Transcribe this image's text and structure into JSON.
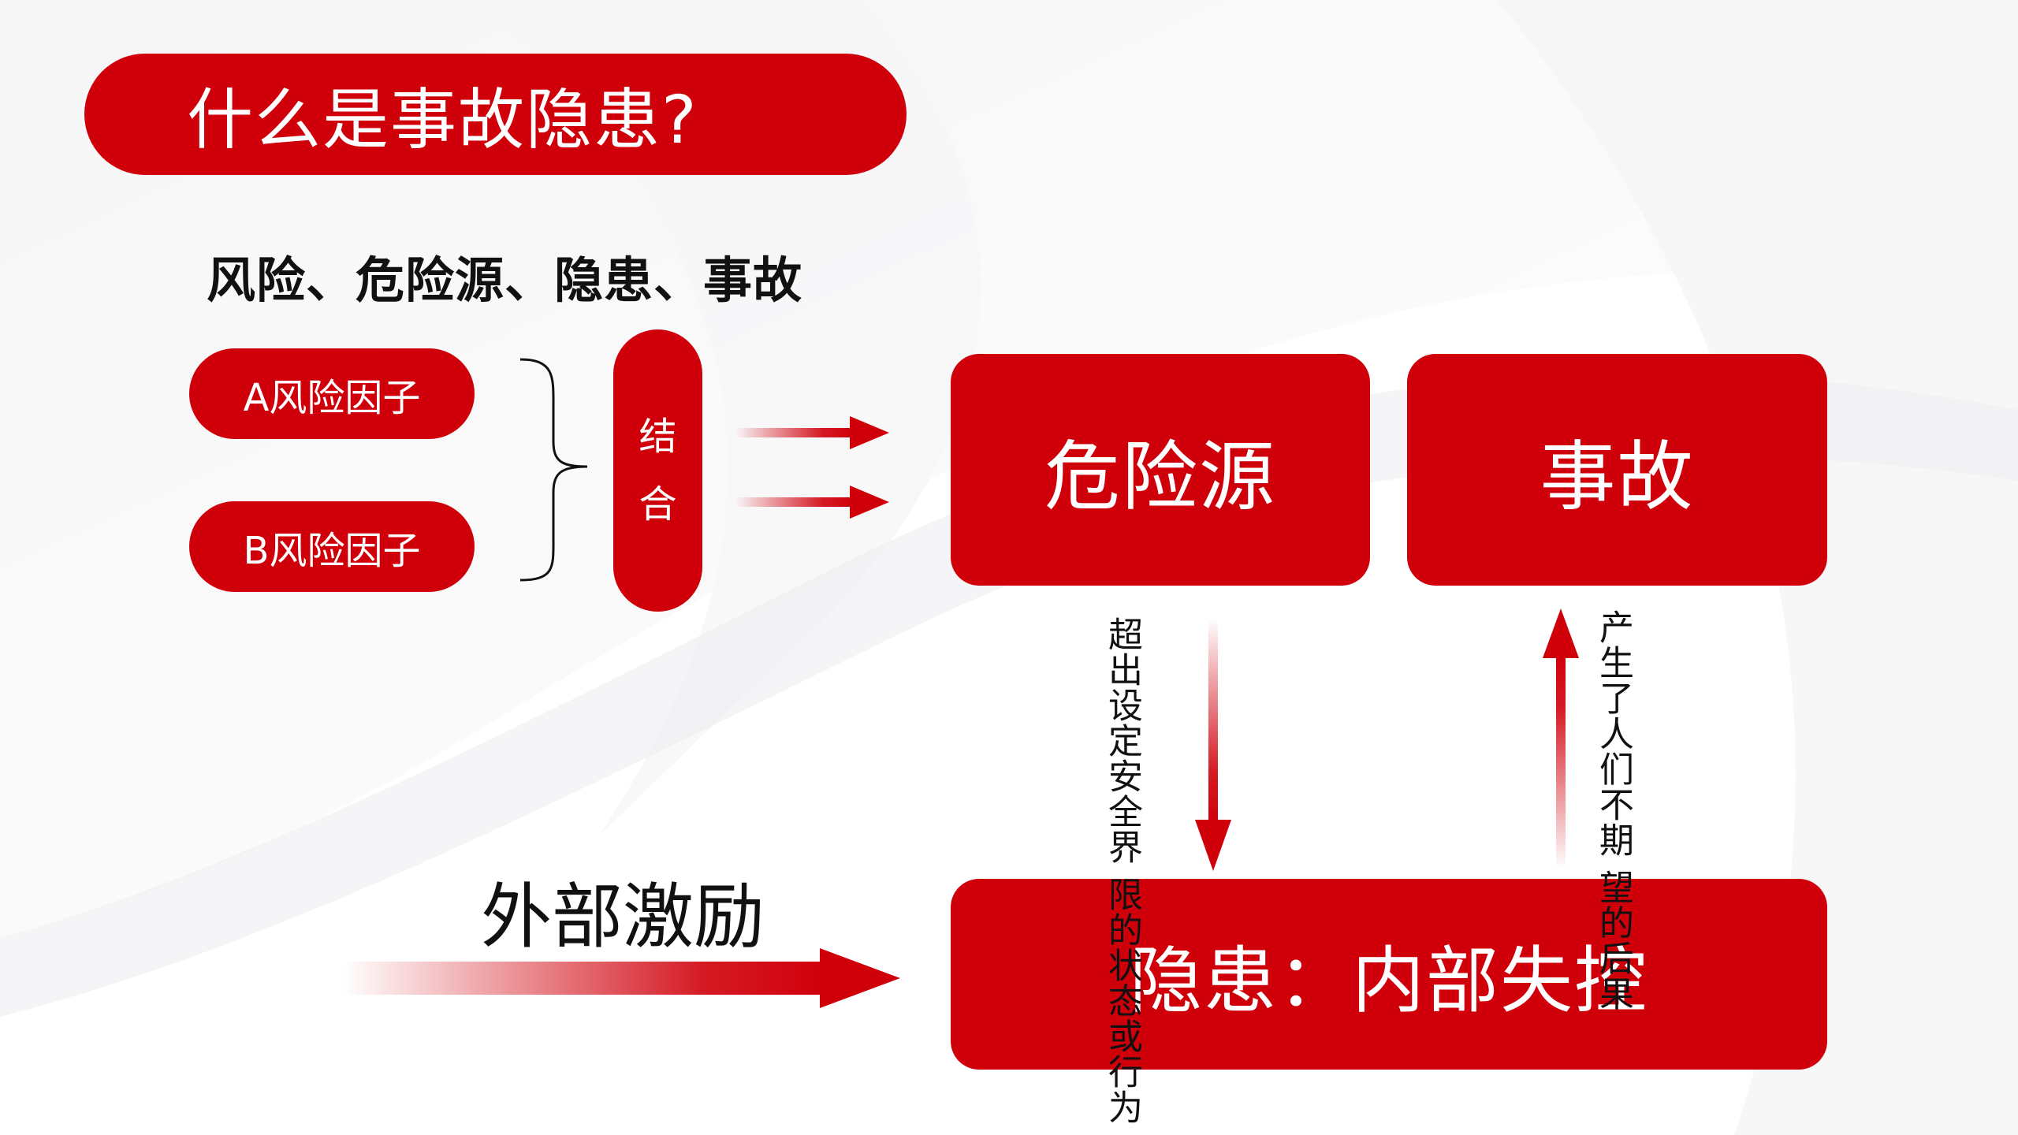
{
  "title": "什么是事故隐患?",
  "subtitle": "风险、危险源、隐患、事故",
  "factors": {
    "a": "A风险因子",
    "b": "B风险因子"
  },
  "combine": {
    "line1": "结",
    "line2": "合"
  },
  "boxes": {
    "hazard": "危险源",
    "accident": "事故",
    "hidden": "隐患：内部失控"
  },
  "annotations": {
    "hazard_to_hidden_col1": "超出设定安全界",
    "hazard_to_hidden_col2": "限的状态或行为",
    "hidden_to_accident_col1": "产生了人们不期",
    "hidden_to_accident_col2": "望的后果"
  },
  "external_label": "外部激励",
  "colors": {
    "primary_red": "#d0000b",
    "text_dark": "#111111",
    "background": "#ffffff"
  },
  "icons": {
    "arrow_right": "arrow-right-icon",
    "arrow_down": "arrow-down-icon",
    "arrow_up": "arrow-up-icon",
    "brace": "right-brace-icon"
  }
}
